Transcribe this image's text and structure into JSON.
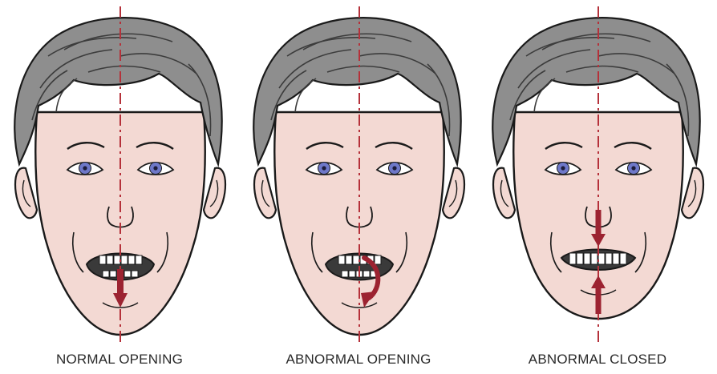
{
  "colors": {
    "skin": "#f3d9d3",
    "hair": "#8e8e8e",
    "hair_line": "#3c3c3c",
    "outline": "#1a1a1a",
    "iris": "#6e78c9",
    "midline": "#b5313a",
    "arrow": "#9c2331",
    "mouth": "#3a3a3a",
    "tooth": "#ffffff"
  },
  "icons": [
    "face-normal-opening",
    "face-abnormal-opening",
    "face-abnormal-closed"
  ],
  "panels": [
    {
      "caption": "NORMAL OPENING",
      "state": "open",
      "arrow": "straight-down"
    },
    {
      "caption": "ABNORMAL OPENING",
      "state": "open",
      "arrow": "curved-deviation"
    },
    {
      "caption": "ABNORMAL CLOSED",
      "state": "closed",
      "arrow": "converging"
    }
  ]
}
